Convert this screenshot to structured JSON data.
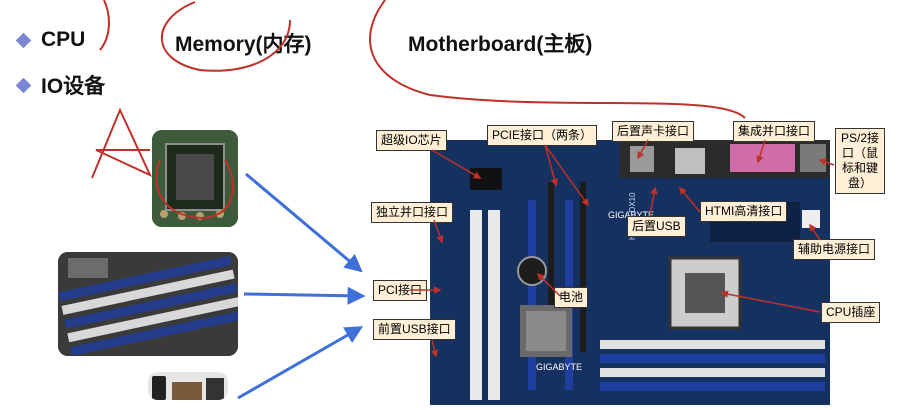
{
  "bullets": {
    "cpu": "CPU",
    "io": "IO设备"
  },
  "headings": {
    "memory": "Memory(内存)",
    "motherboard": "Motherboard(主板)"
  },
  "board_labels": {
    "gigabyte": "GIGABYTE",
    "model": "HDMI - DX10"
  },
  "callouts": {
    "super_io": "超级IO芯片",
    "pcie": "PCIE接口（两条）",
    "rear_audio": "后置声卡接口",
    "parallel": "集成并口接口",
    "ps2": "PS/2接口（鼠标和键盘）",
    "parallel_standalone": "独立并口接口",
    "hdmi": "HTMI高清接口",
    "rear_usb": "后置USB",
    "aux_power": "辅助电源接口",
    "pci": "PCI接口",
    "battery": "电池",
    "cpu_socket": "CPU插座",
    "front_usb": "前置USB接口"
  },
  "colors": {
    "diamond": "#7b86d6",
    "pen_red": "#c0302a",
    "arrow_blue": "#3f6fd8",
    "callout_bg": "#ffefd6",
    "board_blue": "#15315f"
  }
}
